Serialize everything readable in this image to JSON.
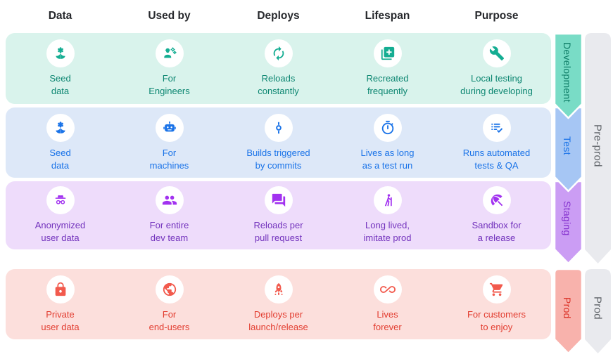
{
  "columns": [
    "Data",
    "Used by",
    "Deploys",
    "Lifespan",
    "Purpose"
  ],
  "rows": [
    {
      "env": "Development",
      "bg_color": "#d9f3ec",
      "text_color": "#0c8671",
      "icon_color": "#14ad92",
      "cells": [
        {
          "icon": "seed-icon",
          "lines": [
            "Seed",
            "data"
          ]
        },
        {
          "icon": "engineer-icon",
          "lines": [
            "For",
            "Engineers"
          ]
        },
        {
          "icon": "sync-icon",
          "lines": [
            "Reloads",
            "constantly"
          ]
        },
        {
          "icon": "note-add-icon",
          "lines": [
            "Recreated",
            "frequently"
          ]
        },
        {
          "icon": "wrench-icon",
          "lines": [
            "Local testing",
            "during developing"
          ]
        }
      ]
    },
    {
      "env": "Test",
      "bg_color": "#dde8f8",
      "text_color": "#1a73e8",
      "icon_color": "#1a73e8",
      "cells": [
        {
          "icon": "seed-icon",
          "lines": [
            "Seed",
            "data"
          ]
        },
        {
          "icon": "robot-icon",
          "lines": [
            "For",
            "machines"
          ]
        },
        {
          "icon": "commit-icon",
          "lines": [
            "Builds triggered",
            "by commits"
          ]
        },
        {
          "icon": "timer-icon",
          "lines": [
            "Lives as long",
            "as a test run"
          ]
        },
        {
          "icon": "checklist-icon",
          "lines": [
            "Runs automated",
            "tests & QA"
          ]
        }
      ]
    },
    {
      "env": "Staging",
      "bg_color": "#eedcfb",
      "text_color": "#7333bd",
      "icon_color": "#a232f0",
      "cells": [
        {
          "icon": "incognito-icon",
          "lines": [
            "Anonymized",
            "user data"
          ]
        },
        {
          "icon": "group-icon",
          "lines": [
            "For entire",
            "dev team"
          ]
        },
        {
          "icon": "forum-icon",
          "lines": [
            "Reloads per",
            "pull request"
          ]
        },
        {
          "icon": "hiker-icon",
          "lines": [
            "Long lived,",
            "imitate prod"
          ]
        },
        {
          "icon": "umbrella-icon",
          "lines": [
            "Sandbox for",
            "a release"
          ]
        }
      ]
    },
    {
      "env": "Prod",
      "bg_color": "#fcdfdc",
      "text_color": "#e23c2f",
      "icon_color": "#f25a4d",
      "cells": [
        {
          "icon": "lock-icon",
          "lines": [
            "Private",
            "user data"
          ]
        },
        {
          "icon": "globe-icon",
          "lines": [
            "For",
            "end-users"
          ]
        },
        {
          "icon": "rocket-icon",
          "lines": [
            "Deploys per",
            "launch/release"
          ]
        },
        {
          "icon": "infinity-icon",
          "lines": [
            "Lives",
            "forever"
          ]
        },
        {
          "icon": "cart-icon",
          "lines": [
            "For customers",
            "to enjoy"
          ]
        }
      ]
    }
  ],
  "stage_arrows": [
    {
      "label": "Development",
      "bg_color": "#79dcc6",
      "text_color": "#0d7c66"
    },
    {
      "label": "Test",
      "bg_color": "#a6c6f4",
      "text_color": "#1a73e8"
    },
    {
      "label": "Staging",
      "bg_color": "#cb9df4",
      "text_color": "#8430ce"
    },
    {
      "label": "Prod",
      "bg_color": "#f8b2ac",
      "text_color": "#da3025"
    }
  ],
  "phase_arrows": [
    {
      "label": "Pre-prod",
      "bg_color": "#e9eaee",
      "text_color": "#5f6368"
    },
    {
      "label": "Prod",
      "bg_color": "#e9eaee",
      "text_color": "#5f6368"
    }
  ]
}
